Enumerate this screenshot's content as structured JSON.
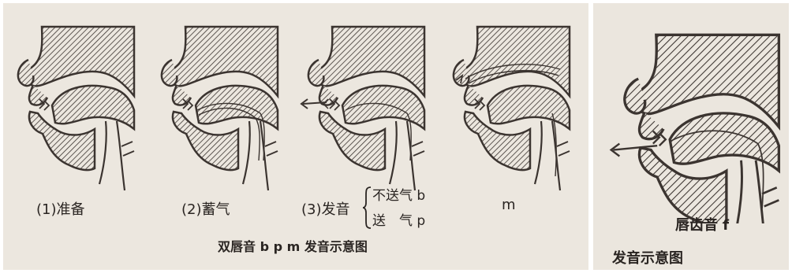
{
  "left_figure": {
    "labels": {
      "prepare": "(1)准备",
      "hold_breath": "(2)蓄气",
      "pronounce": "(3)发音",
      "unaspirated": "不送气 b",
      "aspirated": "送　气 p",
      "m": "m"
    },
    "title": "双唇音 b p m 发音示意图"
  },
  "right_figure": {
    "label": "唇齿音 f",
    "title": "发音示意图"
  },
  "colors": {
    "ink": "#2a2522",
    "paper": "#ece7df",
    "hatch": "#3b3430"
  }
}
